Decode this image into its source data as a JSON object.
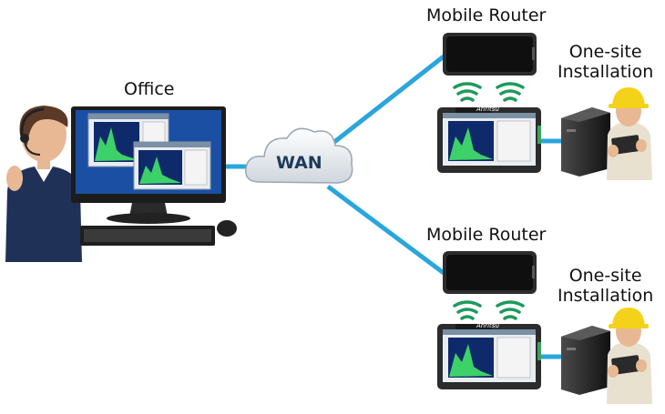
{
  "labels": {
    "office": "Office",
    "wan": "WAN",
    "mobile_router_top": "Mobile Router",
    "mobile_router_bottom": "Mobile Router",
    "site_top_line1": "One-site",
    "site_top_line2": "Installation",
    "site_bottom_line1": "One-site",
    "site_bottom_line2": "Installation"
  },
  "device_brand": "Anritsu",
  "colors": {
    "link": "#2aa6dc",
    "wifi": "#1f9a5c",
    "device_dark": "#2c2c2c",
    "screen_blue": "#1b4fa3",
    "person_shirt": "#203158",
    "helmet": "#f5d21a",
    "worker_clothes": "#e9e1d0"
  }
}
